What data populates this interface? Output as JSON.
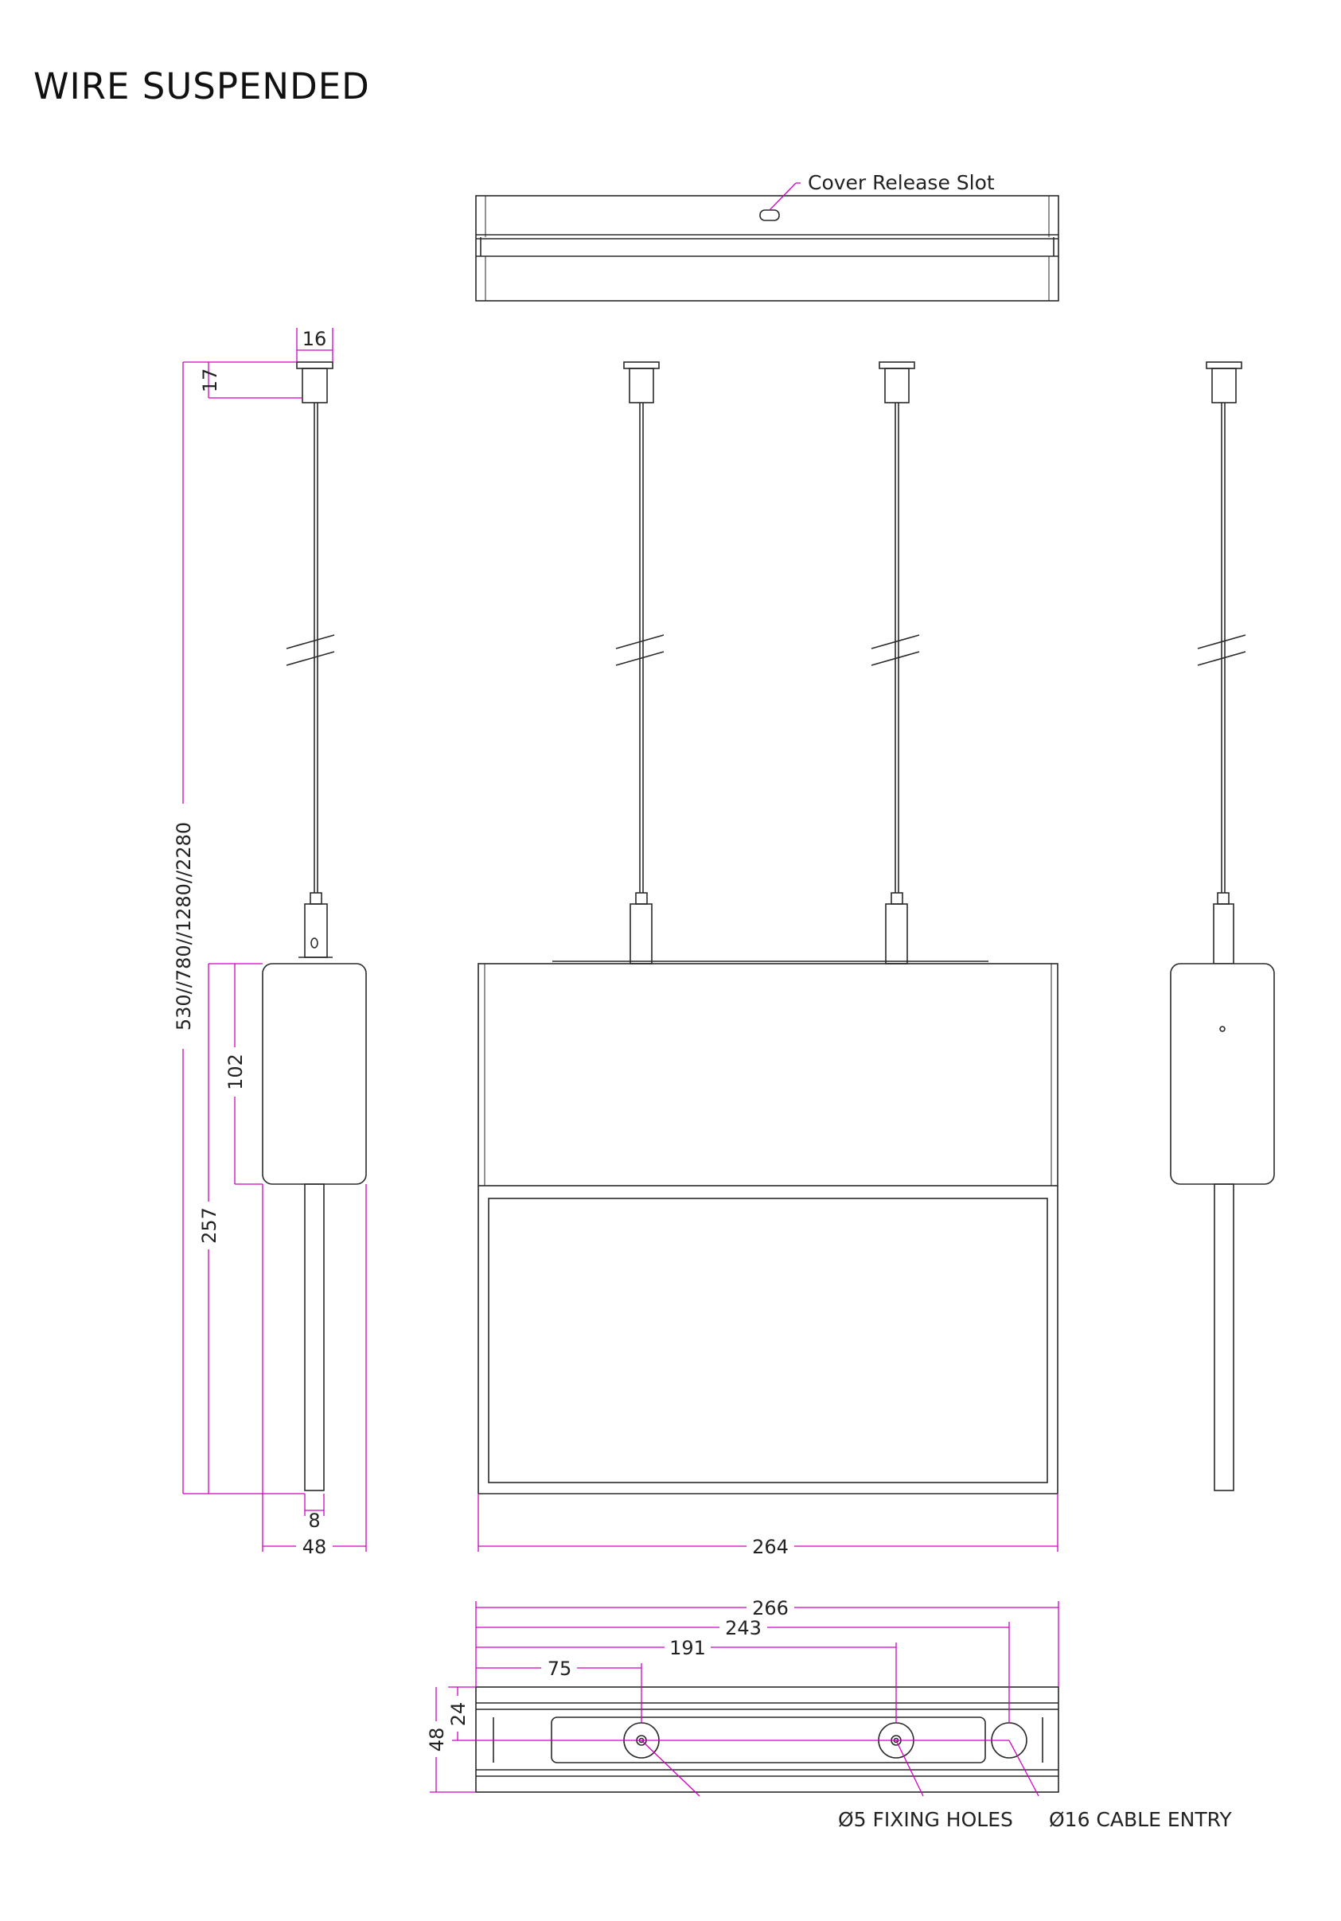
{
  "title": "WIRE SUSPENDED",
  "annotations": {
    "cover_release_slot": "Cover Release Slot",
    "fixing_holes": "Ø5 FIXING HOLES",
    "cable_entry": "Ø16 CABLE ENTRY"
  },
  "dimensions": {
    "ceiling_cap_width": "16",
    "ceiling_cap_height": "17",
    "overall_drop": "530//780//1280//2280",
    "body_height": "102",
    "total_height": "257",
    "stem_width": "8",
    "body_depth": "48",
    "sign_width": "264",
    "base_overall": "266",
    "base_cable_entry": "243",
    "base_hole_2": "191",
    "base_hole_1": "75",
    "base_hole_offset": "24",
    "base_depth": "48"
  },
  "colors": {
    "dimension": "#d100c4",
    "outline": "#2a2a2a"
  }
}
